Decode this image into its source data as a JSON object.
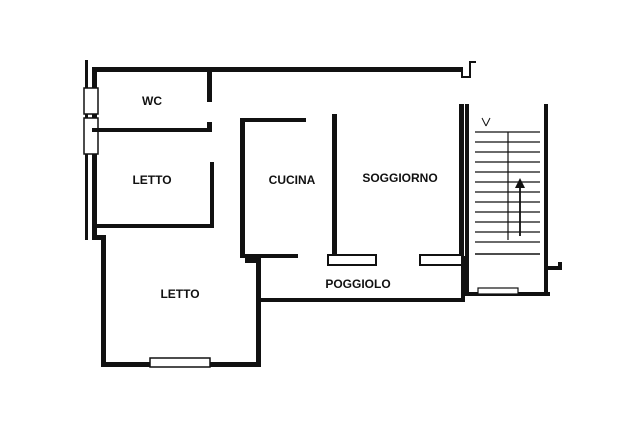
{
  "floor_plan": {
    "rooms": {
      "wc": "WC",
      "letto_1": "LETTO",
      "cucina": "CUCINA",
      "soggiorno": "SOGGIORNO",
      "letto_2": "LETTO",
      "poggiolo": "POGGIOLO"
    },
    "colors": {
      "wall": "#111111",
      "background": "#ffffff"
    }
  }
}
